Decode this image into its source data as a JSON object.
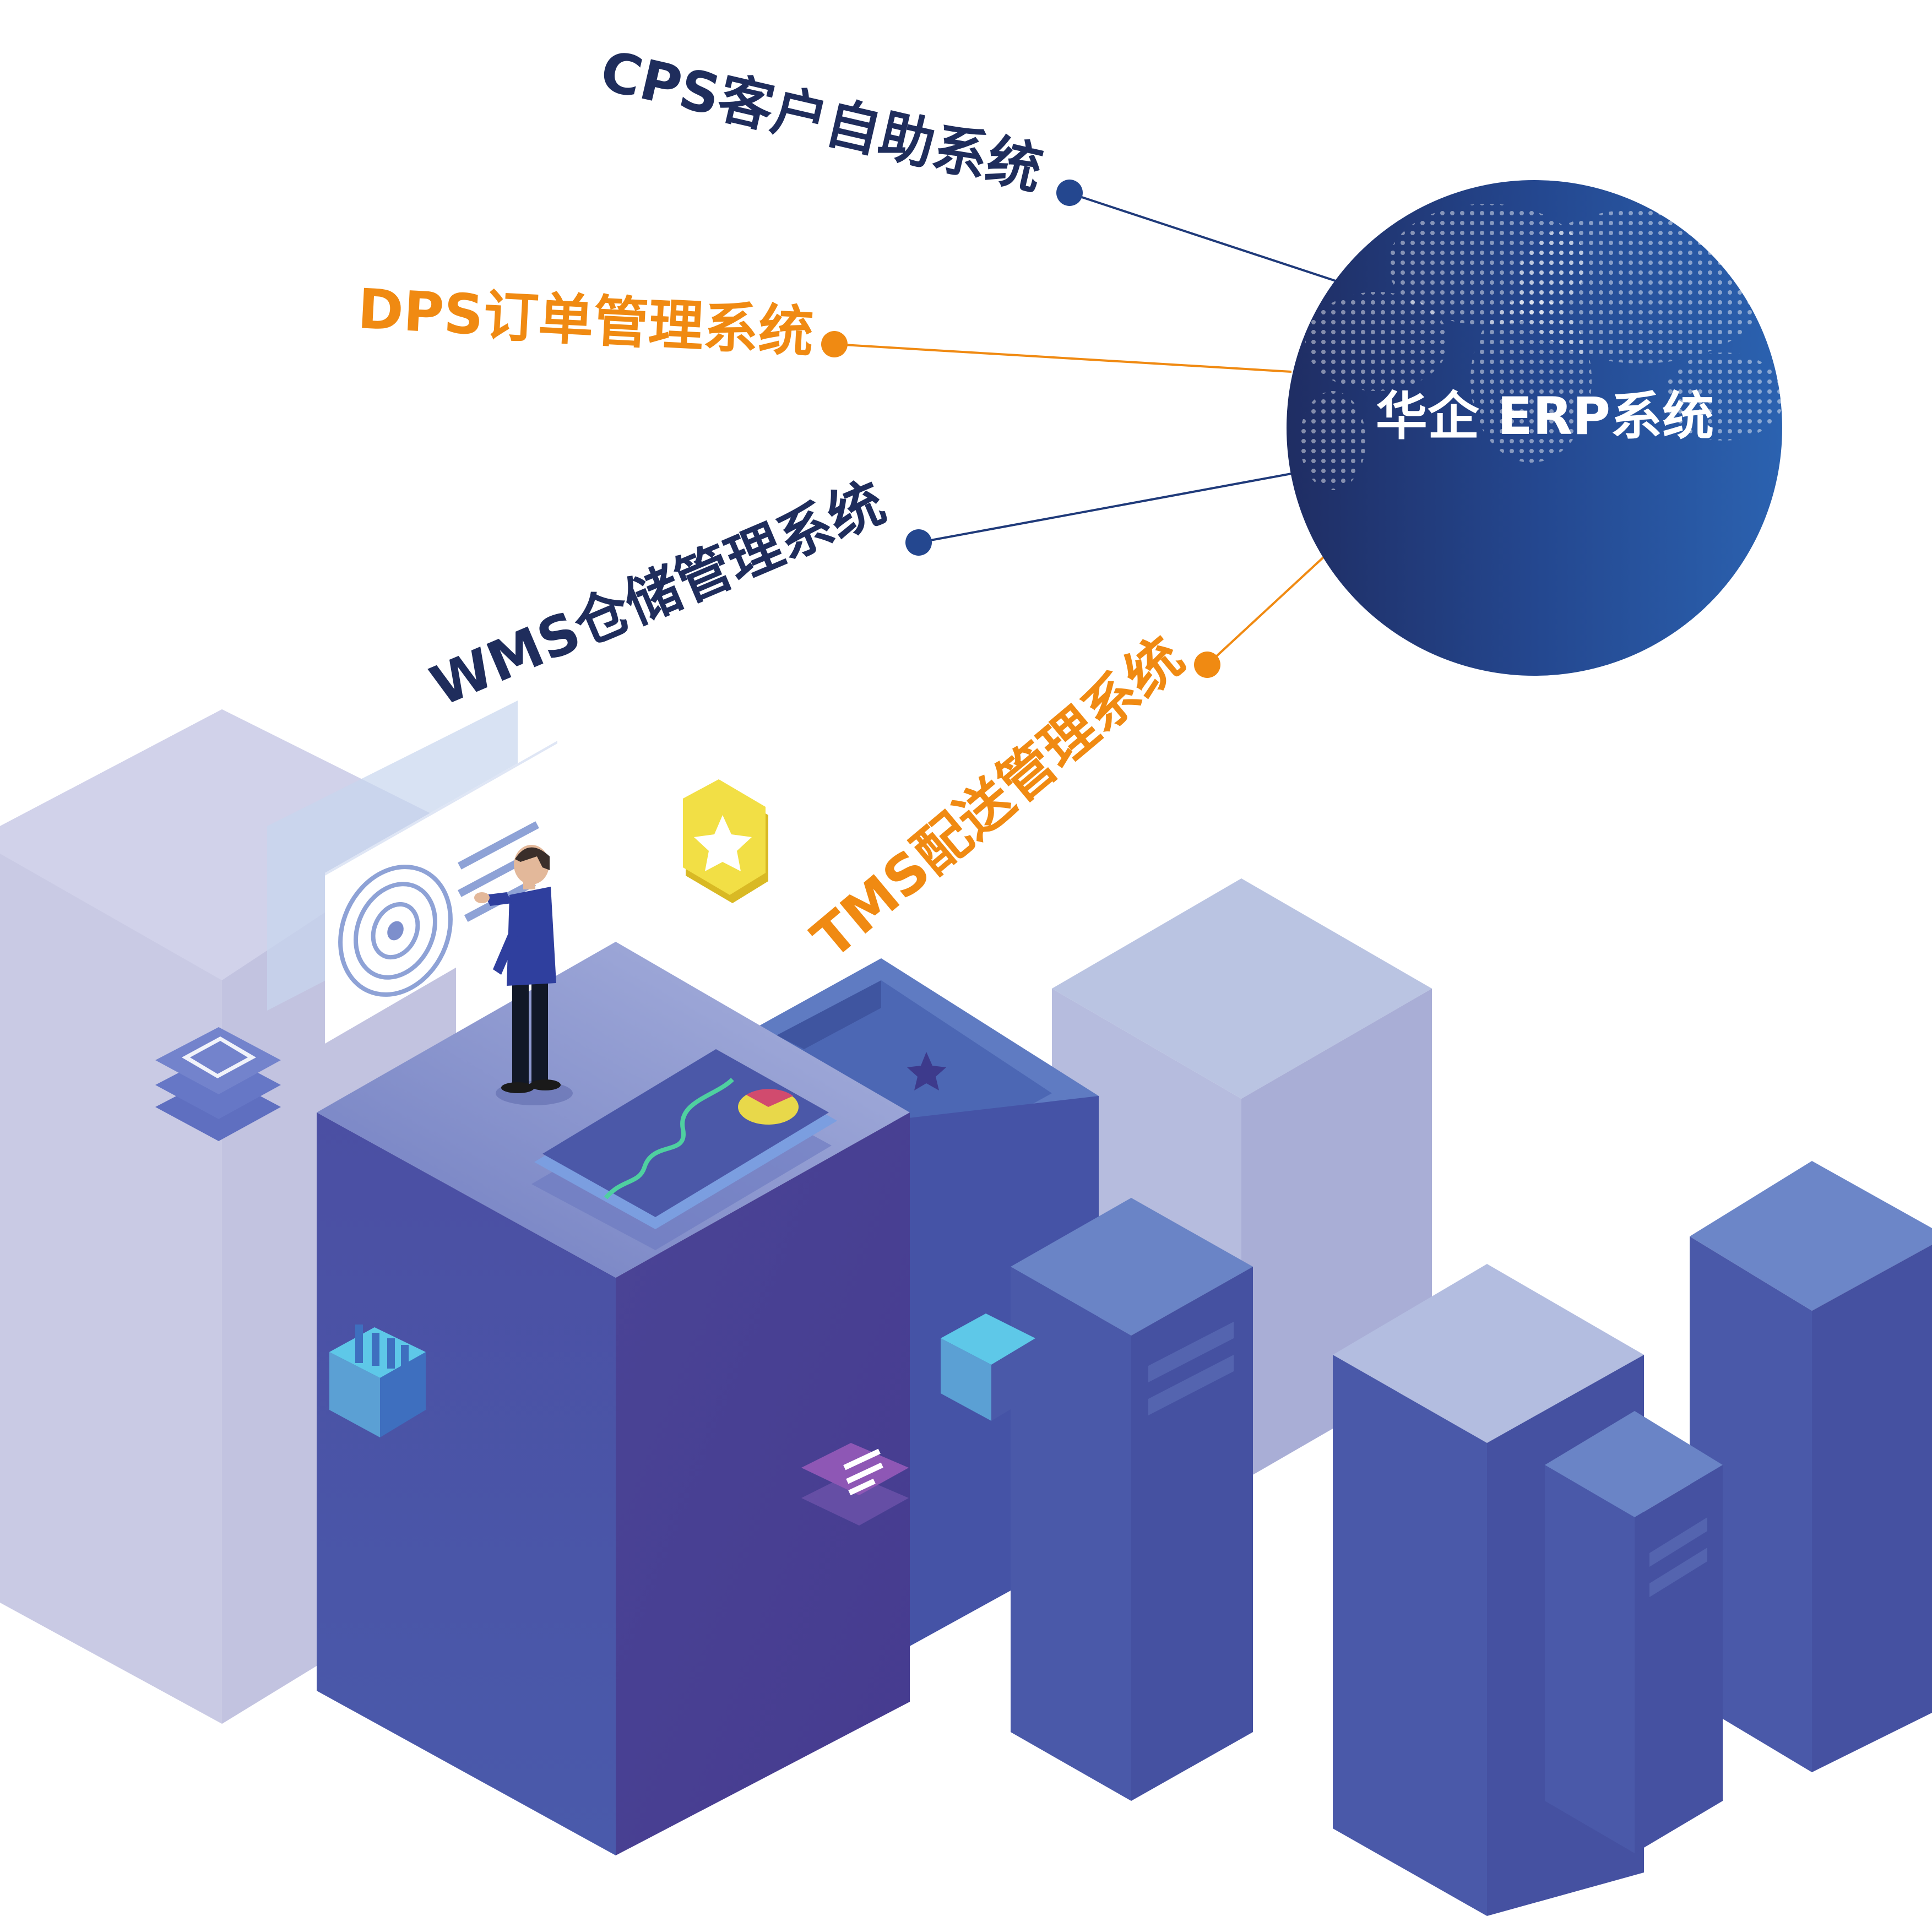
{
  "hub": {
    "label": "华企 ERP系统",
    "color": "#24478f"
  },
  "systems": [
    {
      "id": "cps",
      "label": "CPS客户自助系统",
      "color": "#1f2d5c",
      "dot_color": "#24478f"
    },
    {
      "id": "dps",
      "label": "DPS订单管理系统",
      "color": "#f08a12",
      "dot_color": "#f08a12"
    },
    {
      "id": "wms",
      "label": "WMS仓储管理系统",
      "color": "#1f2d5c",
      "dot_color": "#24478f"
    },
    {
      "id": "tms",
      "label": "TMS配送管理系统",
      "color": "#f08a12",
      "dot_color": "#f08a12"
    }
  ],
  "icons": {
    "tablet": "tablet-icon",
    "bar_chart": "bar-chart-icon",
    "list": "list-icon",
    "star": "star-icon",
    "target": "target-icon",
    "pie_chart": "pie-chart-icon"
  }
}
